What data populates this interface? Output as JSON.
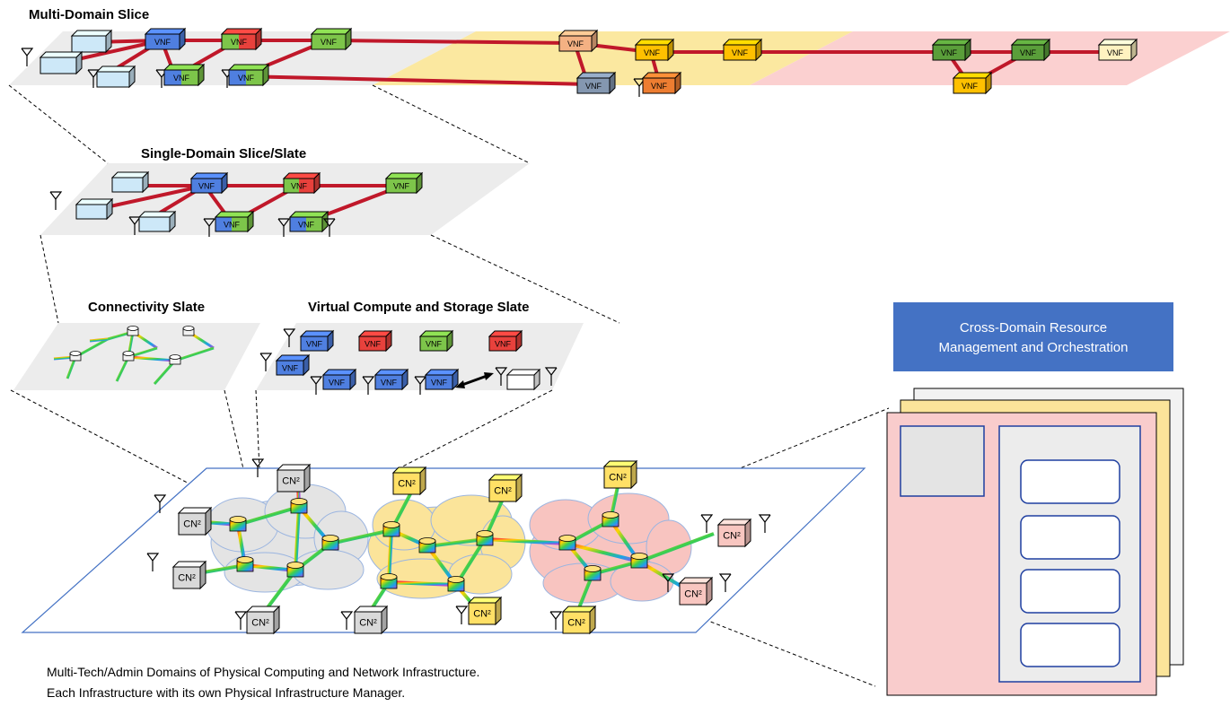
{
  "titles": {
    "multi_domain": "Multi-Domain Slice",
    "single_domain": "Single-Domain Slice/Slate",
    "connectivity": "Connectivity Slate",
    "compute": "Virtual Compute and Storage Slate"
  },
  "node_labels": {
    "vnf": "VNF",
    "cn": "CN²"
  },
  "orchestration": {
    "line1": "Cross-Domain Resource",
    "line2": "Management and Orchestration"
  },
  "caption": {
    "line1": "Multi-Tech/Admin Domains of Physical Computing and Network Infrastructure.",
    "line2": "Each Infrastructure with its own Physical Infrastructure Manager."
  },
  "colors": {
    "slice_link": "#c0182a",
    "plane_grey": "#ececec",
    "plane_yellow": "#fbe8a0",
    "plane_pink": "#fbd0d0",
    "vnf_blue": "#4f7fe0",
    "vnf_green": "#7dc54a",
    "vnf_red": "#e8413c",
    "vnf_light_blue": "#cde8f8",
    "vnf_orange": "#ffc000",
    "vnf_salmon": "#f4b183",
    "vnf_slate": "#8497b0",
    "vnf_dark_green": "#5a9e3a",
    "vnf_pale": "#fff2c0",
    "orch_box": "#4472c4",
    "cloud_grey": "#e4e4e4",
    "cloud_yellow": "#fbe49a",
    "cloud_pink": "#f8c4c0"
  }
}
